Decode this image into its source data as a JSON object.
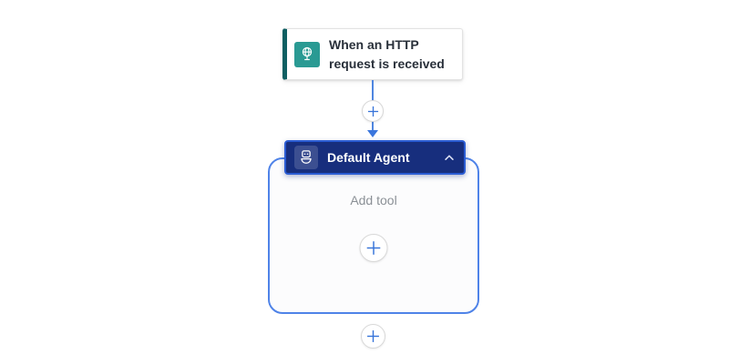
{
  "canvas": {
    "background": "#ffffff"
  },
  "trigger_card": {
    "title": "When an HTTP request is received",
    "icon": "http-request-globe-icon",
    "icon_bg": "#2a9a93",
    "accent_color": "#0e5f62"
  },
  "connector": {
    "line_color": "#4f86e0",
    "arrow_color": "#3a76dd",
    "insert_step_icon": "plus-icon"
  },
  "agent_card": {
    "title": "Default Agent",
    "icon": "agent-bot-icon",
    "collapse_icon": "chevron-up-icon",
    "header_bg": "#172e7d",
    "selected_border": "#2b5cd3",
    "container_border": "#4f83e8",
    "add_tool_label": "Add tool",
    "add_tool_icon": "plus-icon"
  },
  "bottom": {
    "add_action_icon": "plus-icon",
    "plus_color": "#3673d9"
  }
}
